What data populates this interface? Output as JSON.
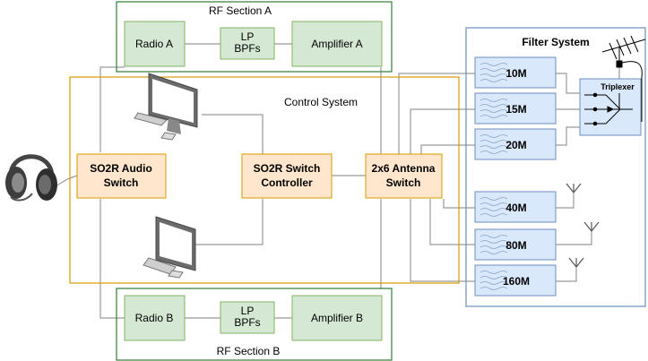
{
  "colors": {
    "green_fill": "#d5e8d4",
    "green_stroke": "#82b366",
    "section_stroke": "#2e7d32",
    "orange_fill": "#ffe6cc",
    "orange_stroke": "#d79b00",
    "blue_fill": "#dae8fc",
    "blue_stroke": "#6c8ebf",
    "line": "#9a9a9a"
  },
  "sections": {
    "rf_a": "RF Section A",
    "rf_b": "RF Section B",
    "control": "Control System",
    "filter": "Filter System"
  },
  "blocks": {
    "radio_a": "Radio A",
    "lpbpf_a_1": "LP",
    "lpbpf_a_2": "BPFs",
    "amp_a": "Amplifier A",
    "radio_b": "Radio B",
    "lpbpf_b_1": "LP",
    "lpbpf_b_2": "BPFs",
    "amp_b": "Amplifier B",
    "audio_1": "SO2R Audio",
    "audio_2": "Switch",
    "ctrl_1": "SO2R Switch",
    "ctrl_2": "Controller",
    "ant_1": "2x6 Antenna",
    "ant_2": "Switch",
    "triplexer": "Triplexer"
  },
  "filters": [
    "10M",
    "15M",
    "20M",
    "40M",
    "80M",
    "160M"
  ],
  "icons": [
    "headphones-icon",
    "computer-icon",
    "antenna-icon"
  ]
}
